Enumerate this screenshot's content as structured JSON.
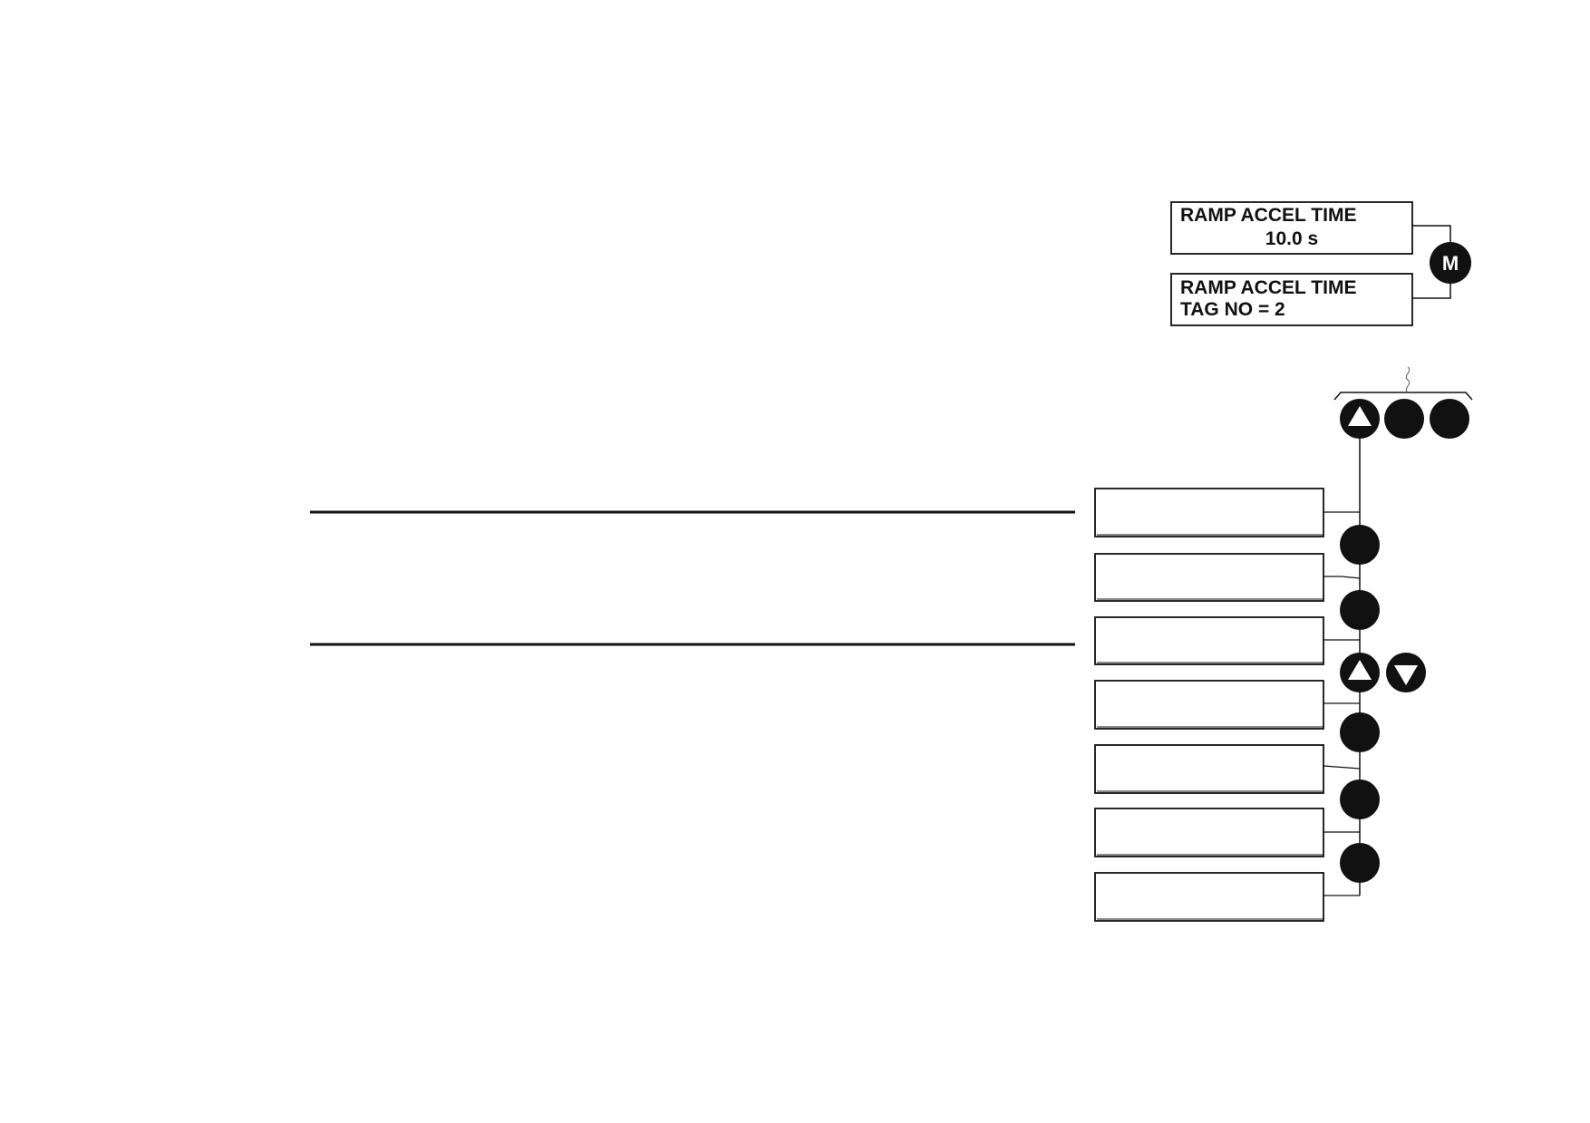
{
  "top_display": {
    "line1": "RAMP ACCEL TIME",
    "line2": "10.0 s"
  },
  "tag_display": {
    "line1": "RAMP ACCEL TIME",
    "line2": "TAG NO = 2"
  },
  "keys": {
    "m_key": "M"
  },
  "colors": {
    "ink": "#111111",
    "background": "#ffffff"
  }
}
